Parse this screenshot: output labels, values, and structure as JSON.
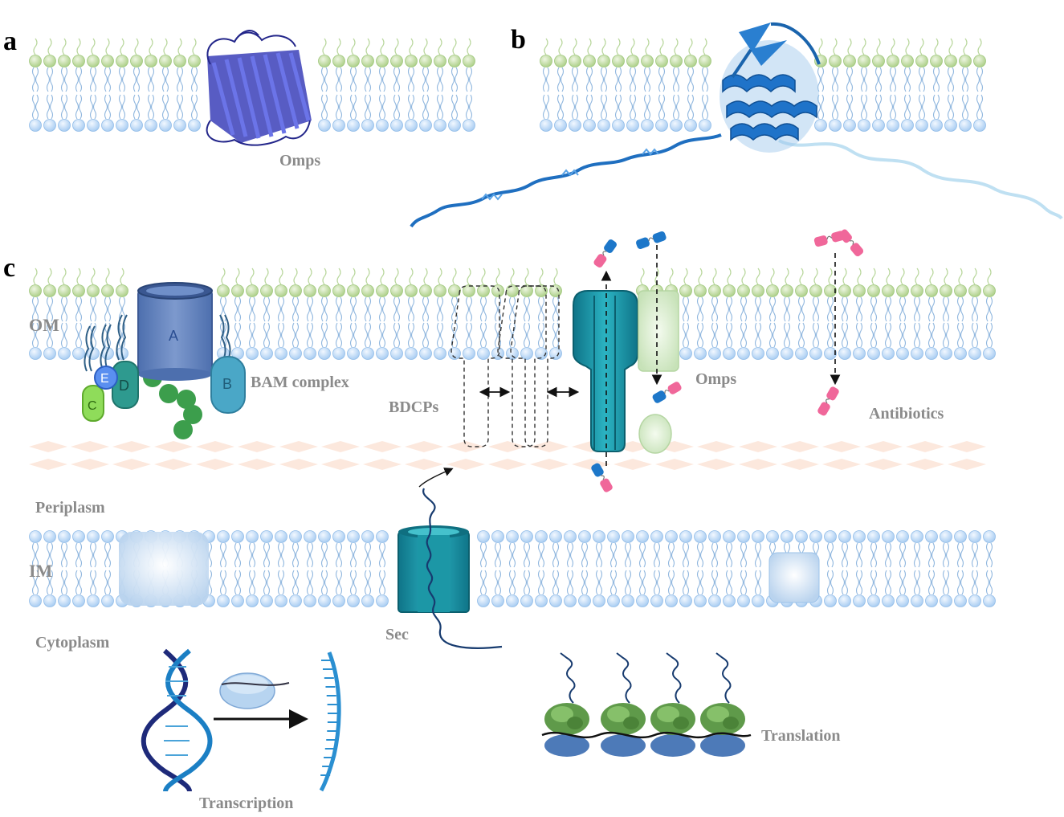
{
  "panels": {
    "a": "a",
    "b": "b",
    "c": "c"
  },
  "panel_a": {
    "protein_label": "Omps"
  },
  "panel_c": {
    "outer_membrane_label": "OM",
    "inner_membrane_label": "IM",
    "periplasm_label": "Periplasm",
    "cytoplasm_label": "Cytoplasm",
    "bam_complex_label": "BAM complex",
    "bam_subunits": {
      "A": "A",
      "B": "B",
      "C": "C",
      "D": "D",
      "E": "E"
    },
    "bdcps_label": "BDCPs",
    "omps_label": "Omps",
    "antibiotics_label": "Antibiotics",
    "sec_label": "Sec",
    "transcription_label": "Transcription",
    "translation_label": "Translation"
  },
  "colors": {
    "head_outer": "#c8dfa8",
    "head_inner": "#b9d9f5",
    "tail": "#8fb6de",
    "barrel_purple": "#3a3fb8",
    "helix_blue": "#1f73c9",
    "bam_a": "#5a78b8",
    "bam_b": "#4aa7c7",
    "teal_channel": "#168a9b",
    "pink_drug": "#f0679a",
    "blue_drug": "#1d77c9",
    "green_chain": "#3c9e4c"
  }
}
